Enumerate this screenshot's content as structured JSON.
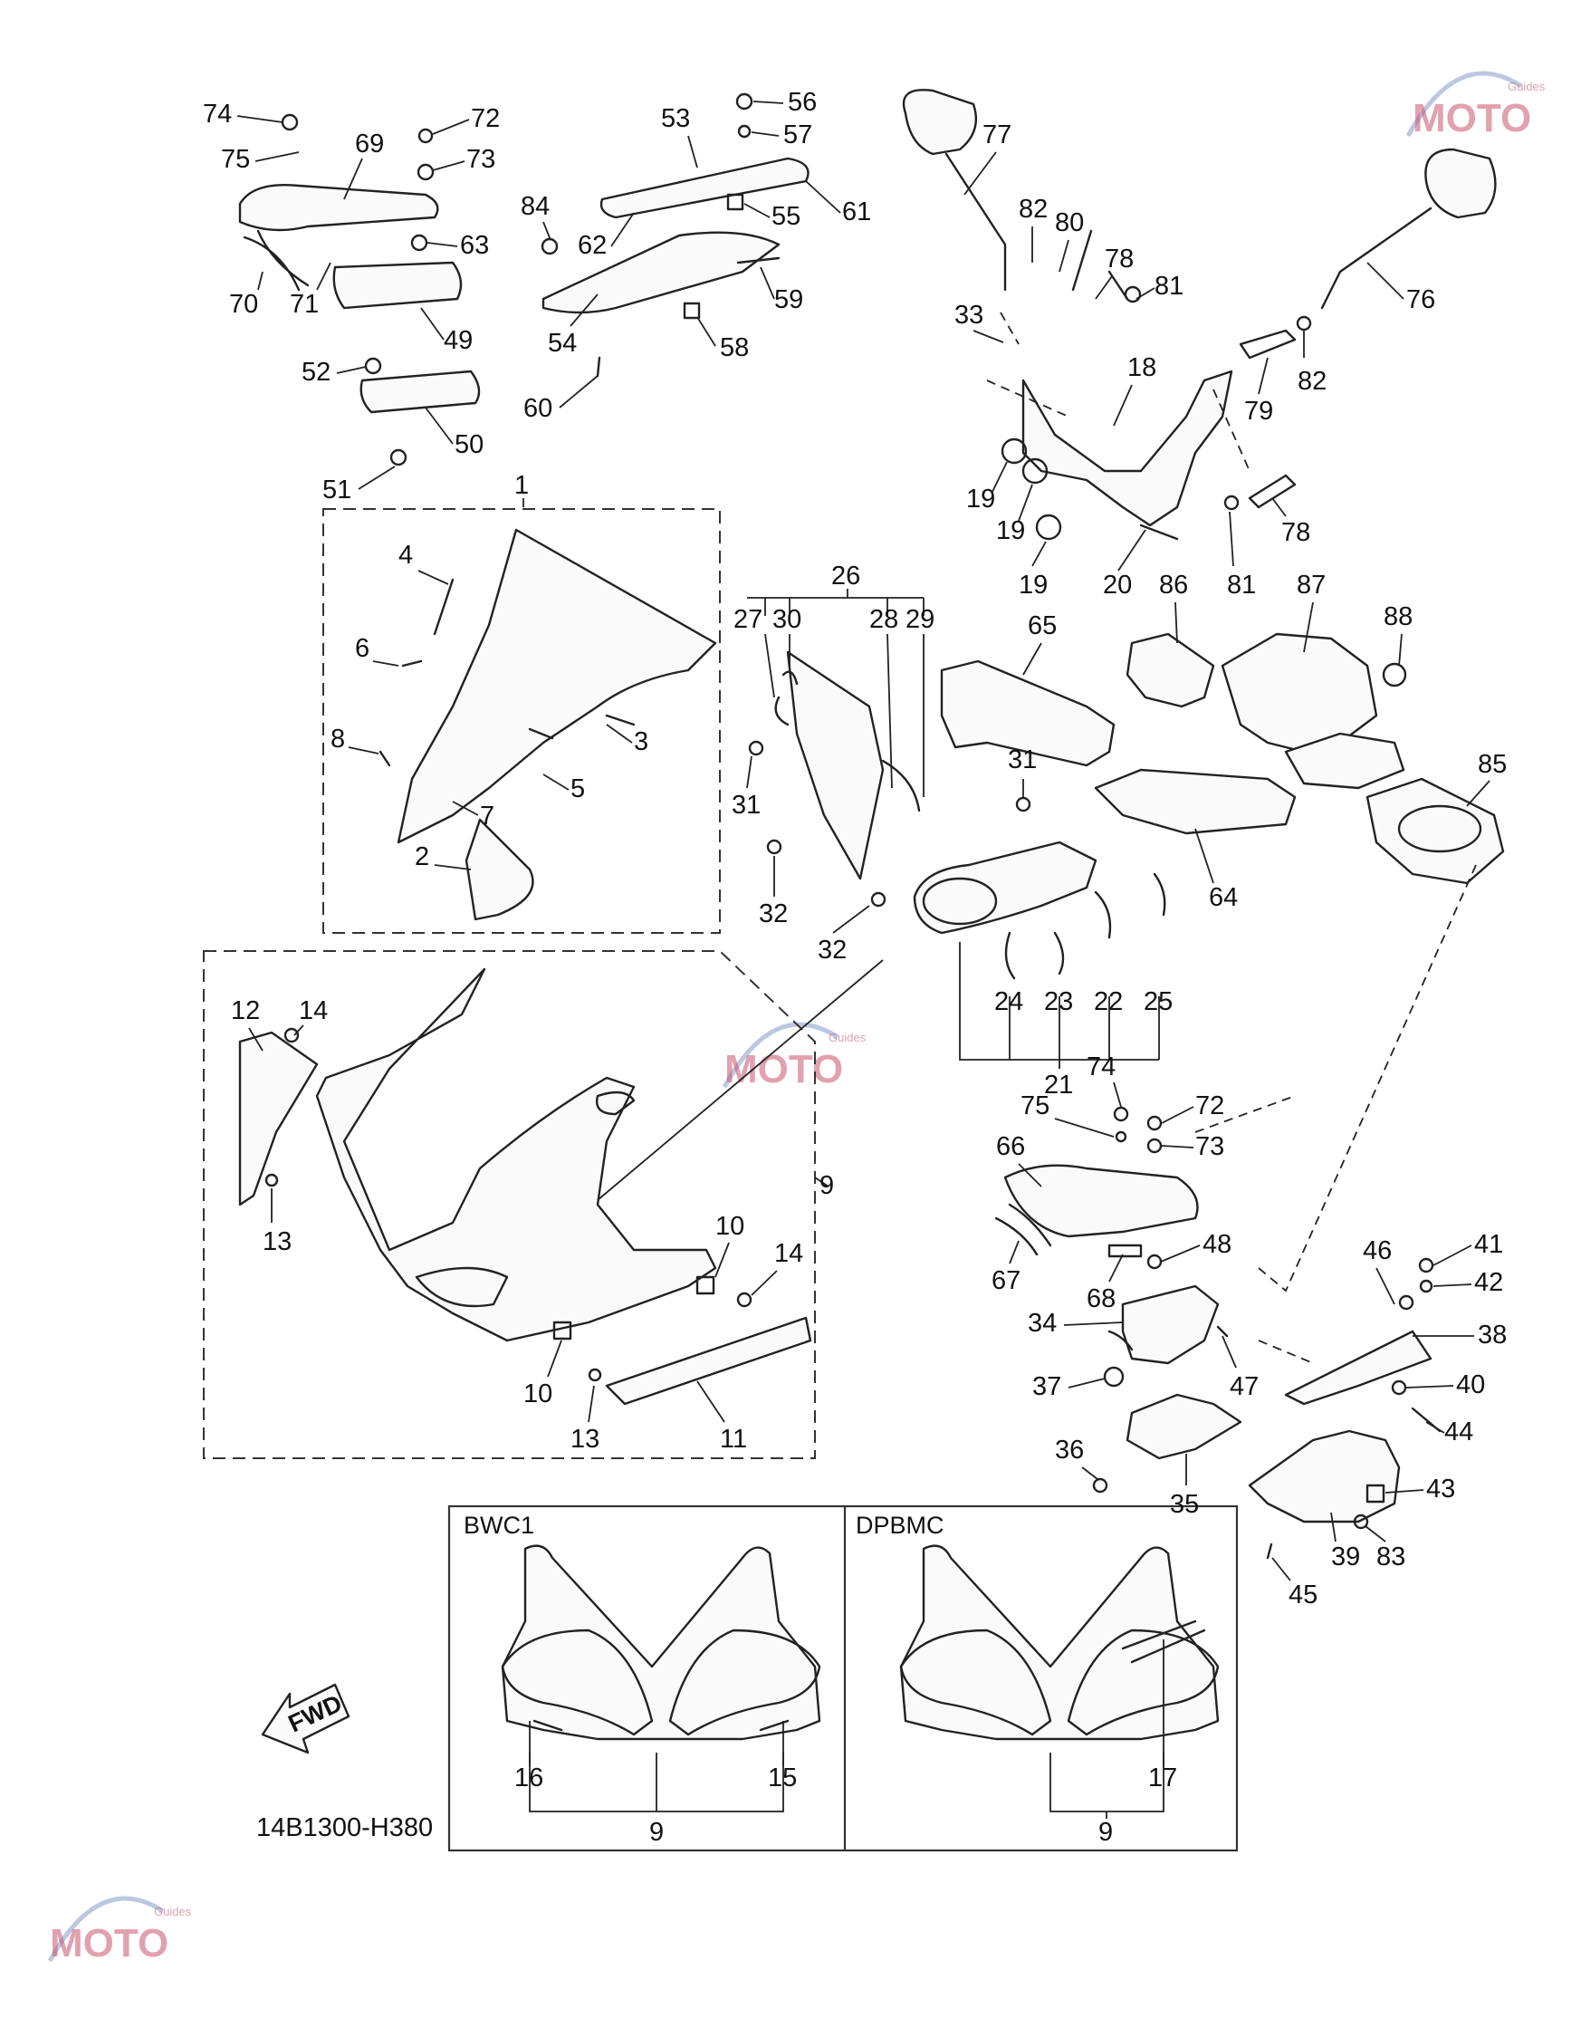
{
  "callouts": {
    "n1": "1",
    "n2": "2",
    "n3": "3",
    "n4": "4",
    "n5": "5",
    "n6": "6",
    "n7": "7",
    "n8": "8",
    "n9": "9",
    "n9b": "9",
    "n9c": "9",
    "n10a": "10",
    "n10b": "10",
    "n11": "11",
    "n12": "12",
    "n13a": "13",
    "n13b": "13",
    "n14a": "14",
    "n14b": "14",
    "n15": "15",
    "n16": "16",
    "n17": "17",
    "n18": "18",
    "n19a": "19",
    "n19b": "19",
    "n19c": "19",
    "n20": "20",
    "n21": "21",
    "n22": "22",
    "n23": "23",
    "n24": "24",
    "n25": "25",
    "n26": "26",
    "n27": "27",
    "n28": "28",
    "n29": "29",
    "n30": "30",
    "n31a": "31",
    "n31b": "31",
    "n32a": "32",
    "n32b": "32",
    "n33": "33",
    "n34": "34",
    "n35": "35",
    "n36": "36",
    "n37": "37",
    "n38": "38",
    "n39": "39",
    "n40": "40",
    "n41": "41",
    "n42": "42",
    "n43": "43",
    "n44": "44",
    "n45": "45",
    "n46": "46",
    "n47": "47",
    "n48": "48",
    "n49": "49",
    "n50": "50",
    "n51": "51",
    "n52": "52",
    "n53": "53",
    "n54": "54",
    "n55": "55",
    "n56": "56",
    "n57": "57",
    "n58": "58",
    "n59": "59",
    "n60": "60",
    "n61": "61",
    "n62": "62",
    "n63": "63",
    "n64": "64",
    "n65": "65",
    "n66": "66",
    "n67": "67",
    "n68": "68",
    "n69": "69",
    "n70": "70",
    "n71": "71",
    "n72a": "72",
    "n72b": "72",
    "n73a": "73",
    "n73b": "73",
    "n74a": "74",
    "n74b": "74",
    "n75a": "75",
    "n75b": "75",
    "n76": "76",
    "n77": "77",
    "n78a": "78",
    "n78b": "78",
    "n79": "79",
    "n80": "80",
    "n81a": "81",
    "n81b": "81",
    "n82a": "82",
    "n82b": "82",
    "n83": "83",
    "n84": "84",
    "n85": "85",
    "n86": "86",
    "n87": "87",
    "n88": "88"
  },
  "variants": {
    "left": "BWC1",
    "right": "DPBMC"
  },
  "fwd_label": "FWD",
  "diagram_code": "14B1300-H380",
  "watermark": {
    "text": "MOTO",
    "sub": "Guides",
    "color": "#c9566e"
  }
}
